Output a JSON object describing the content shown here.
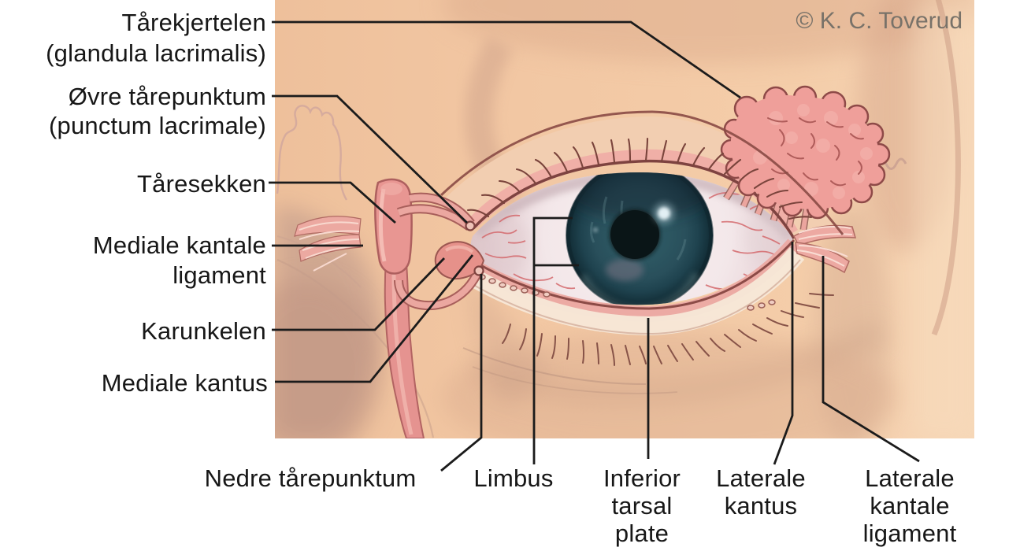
{
  "copyright": "© K. C. Toverud",
  "annotations": [
    {
      "id": "tarekjertelen",
      "lines": [
        "Tårekjertelen",
        "(glandula lacrimalis)"
      ]
    },
    {
      "id": "ovre-tarepunktum",
      "lines": [
        "Øvre tårepunktum",
        "(punctum lacrimale)"
      ]
    },
    {
      "id": "taresekken",
      "lines": [
        "Tåresekken"
      ]
    },
    {
      "id": "mediale-kantale-ligament",
      "lines": [
        "Mediale kantale",
        "ligament"
      ]
    },
    {
      "id": "karunkelen",
      "lines": [
        "Karunkelen"
      ]
    },
    {
      "id": "mediale-kantus",
      "lines": [
        "Mediale kantus"
      ]
    },
    {
      "id": "nedre-tarepunktum",
      "lines": [
        "Nedre tårepunktum"
      ]
    },
    {
      "id": "limbus",
      "lines": [
        "Limbus"
      ]
    },
    {
      "id": "inferior-tarsal-plate",
      "lines": [
        "Inferior",
        "tarsal",
        "plate"
      ]
    },
    {
      "id": "laterale-kantus",
      "lines": [
        "Laterale",
        "kantus"
      ]
    },
    {
      "id": "laterale-kantale-ligament",
      "lines": [
        "Laterale",
        "kantale",
        "ligament"
      ]
    }
  ],
  "colors": {
    "label_text": "#171717",
    "leader_line": "#1b1b1b",
    "copyright_text": "#787269",
    "skin": "#f2c6a2",
    "structure_pink": "#ef9f9a",
    "iris_teal": "#2b5661",
    "pupil": "#0a1517",
    "sclera": "#f5ecee"
  }
}
